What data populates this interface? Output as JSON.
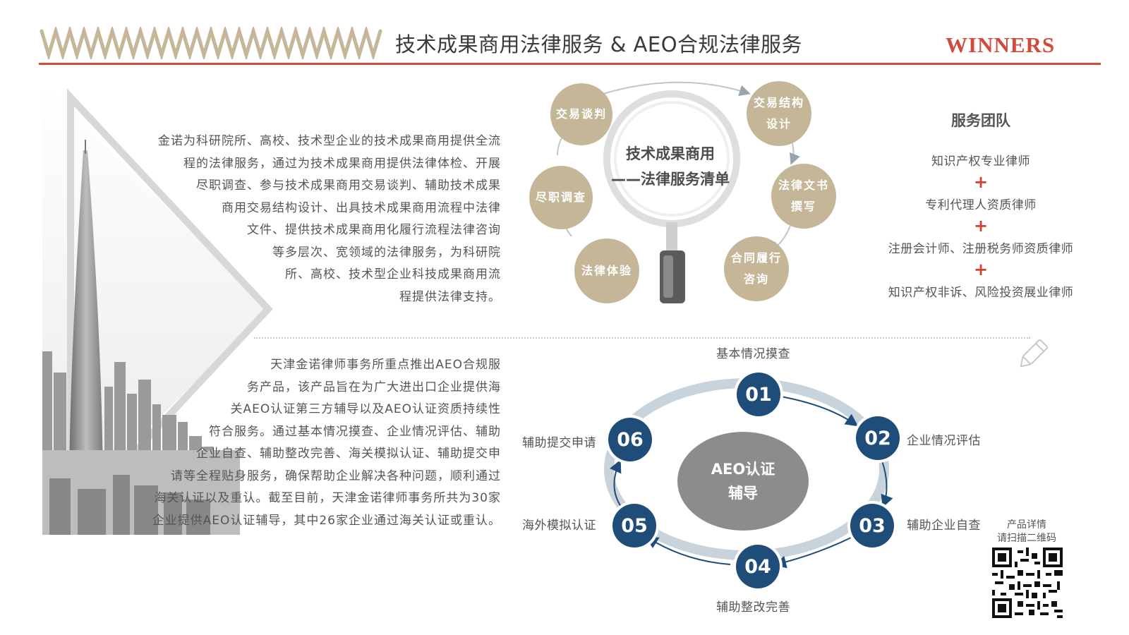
{
  "header": {
    "title": "技术成果商用法律服务 & AEO合规法律服务",
    "logo": "WINNERS",
    "accent_color": "#d34e3a",
    "decor_color": "#c4b697"
  },
  "intro": {
    "lines": [
      "金诺为科研院所、高校、技术型企业的技术成果商用提供全流",
      "程的法律服务，通过为技术成果商用提供法律体检、开展",
      "尽职调查、参与技术成果商用交易谈判、辅助技术成果",
      "商用交易结构设计、出具技术成果商用流程中法律",
      "文件、提供技术成果商用化履行流程法律咨询",
      "等多层次、宽领域的法律服务，为科研院",
      "所、高校、技术型企业科技成果商用流",
      "程提供法律支持。"
    ]
  },
  "tech_diagram": {
    "center_line1": "技术成果商用",
    "center_line2": "——法律服务清单",
    "nodes": [
      {
        "line1": "交易谈判",
        "line2": ""
      },
      {
        "line1": "交易结构",
        "line2": "设计"
      },
      {
        "line1": "法律文书",
        "line2": "撰写"
      },
      {
        "line1": "合同履行",
        "line2": "咨询"
      },
      {
        "line1": "法律体验",
        "line2": ""
      },
      {
        "line1": "尽职调查",
        "line2": ""
      }
    ]
  },
  "team": {
    "heading": "服务团队",
    "members": [
      "知识产权专业律师",
      "专利代理人资质律师",
      "注册会计师、注册税务师资质律师",
      "知识产权非诉、风险投资展业律师"
    ],
    "plus": "+"
  },
  "aeo": {
    "lines": [
      "天津金诺律师事务所重点推出AEO合规服",
      "务产品，该产品旨在为广大进出口企业提供海",
      "关AEO认证第三方辅导以及AEO认证资质持续性",
      "符合服务。通过基本情况摸查、企业情况评估、辅助",
      "企业自查、辅助整改完善、海关模拟认证、辅助提交申",
      "请等全程贴身服务，确保帮助企业解决各种问题，顺利通过",
      "海关认证以及重认。截至目前，天津金诺律师事务所共为30家",
      "企业提供AEO认证辅导，其中26家企业通过海关认证或重认。"
    ],
    "center_line1": "AEO认证",
    "center_line2": "辅导",
    "step_color": "#1f4d7a",
    "steps": [
      {
        "num": "01",
        "label": "基本情况摸查"
      },
      {
        "num": "02",
        "label": "企业情况评估"
      },
      {
        "num": "03",
        "label": "辅助企业自查"
      },
      {
        "num": "04",
        "label": "辅助整改完善"
      },
      {
        "num": "05",
        "label": "海外模拟认证"
      },
      {
        "num": "06",
        "label": "辅助提交申请"
      }
    ]
  },
  "qr": {
    "caption_line1": "产品详情",
    "caption_line2": "请扫描二维码"
  }
}
